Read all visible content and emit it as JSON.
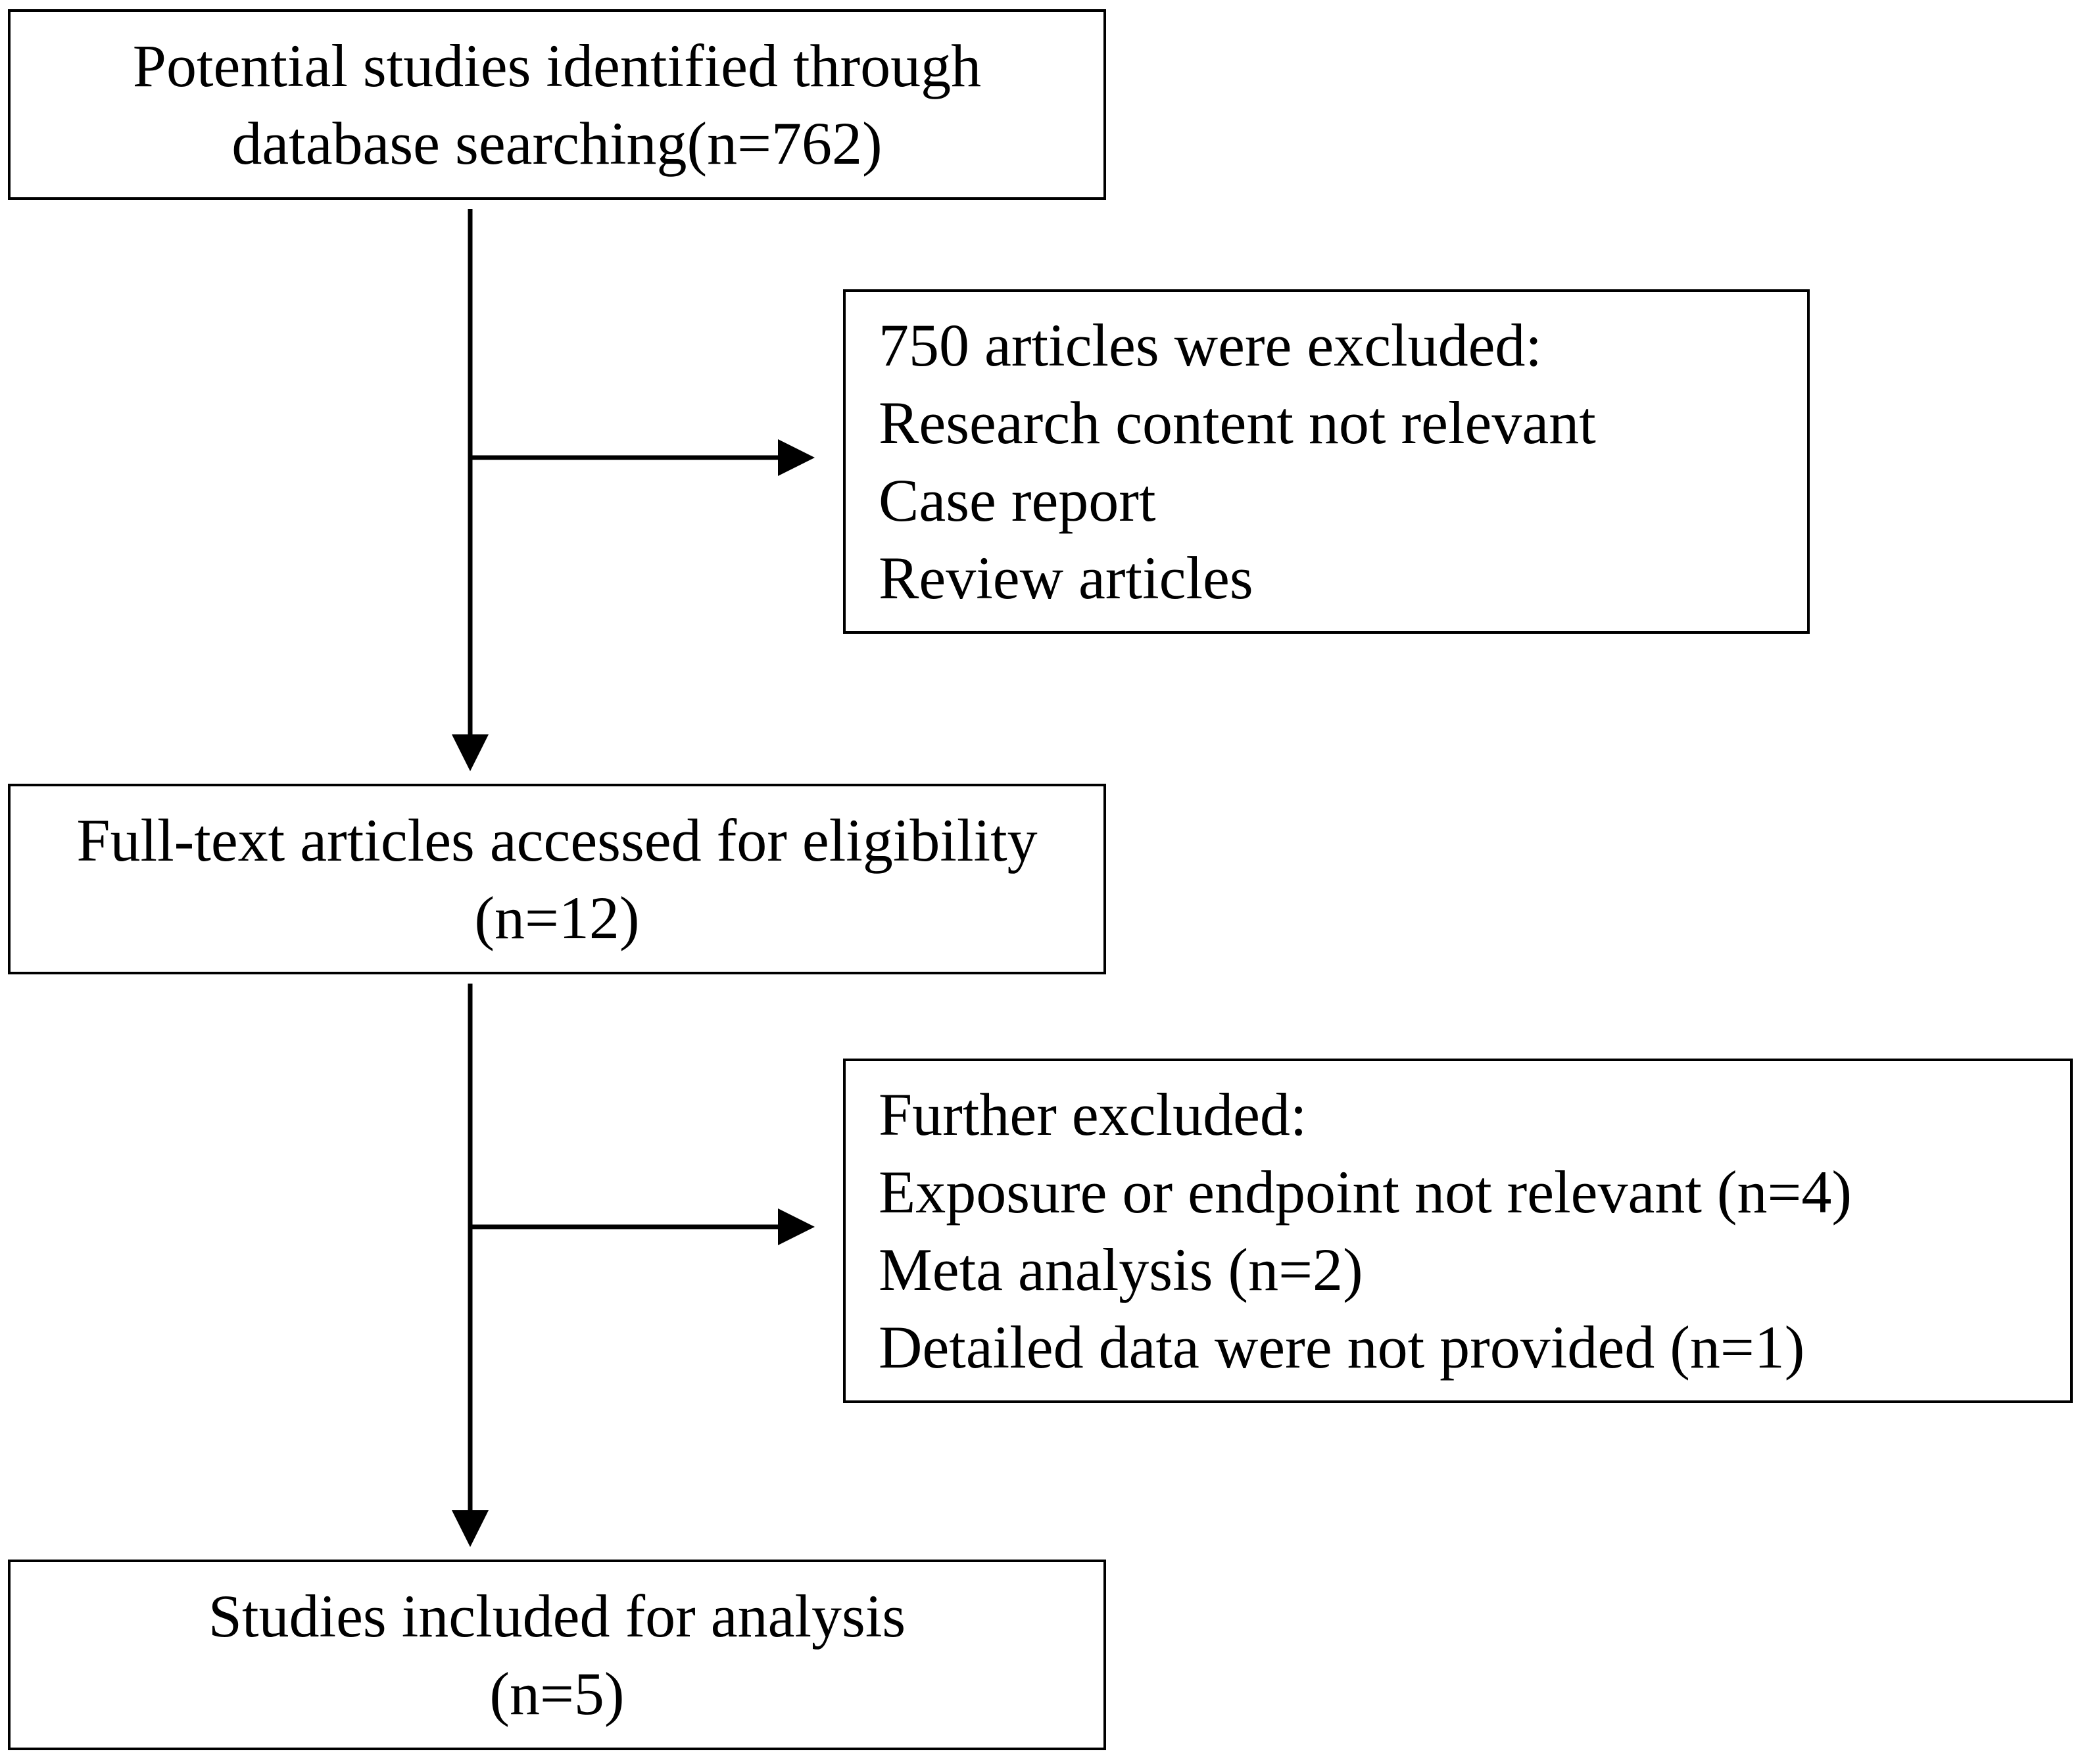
{
  "flowchart": {
    "identified": {
      "line1": "Potential studies identified through",
      "line2": "database searching(n=762)"
    },
    "excluded_first": {
      "heading": "750 articles were excluded:",
      "items": [
        "Research content not relevant",
        "Case report",
        "Review articles"
      ]
    },
    "full_text": {
      "line1": "Full-text articles accessed for eligibility",
      "line2": "(n=12)"
    },
    "excluded_second": {
      "heading": "Further excluded:",
      "items": [
        "Exposure or endpoint not relevant (n=4)",
        "Meta analysis (n=2)",
        "Detailed data were not provided (n=1)"
      ]
    },
    "included": {
      "line1": "Studies included for analysis",
      "line2": "(n=5)"
    }
  }
}
